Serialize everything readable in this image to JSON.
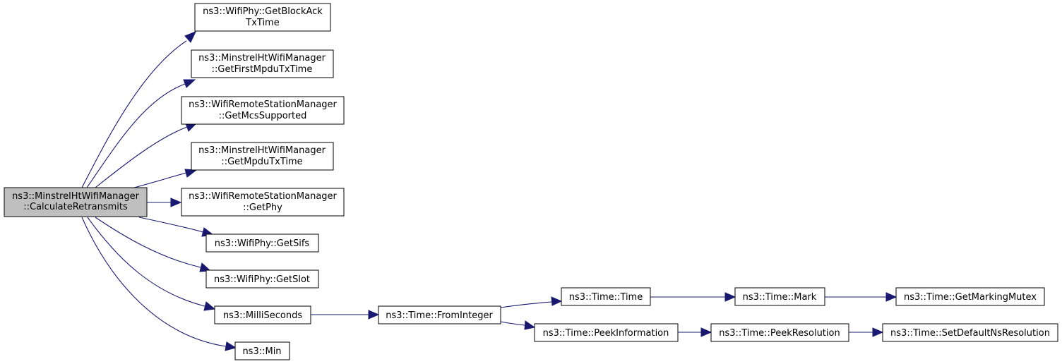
{
  "colors": {
    "edge": "#191970",
    "node_fill": "#ffffff",
    "root_fill": "#bfbfbf",
    "node_border": "#000000"
  },
  "nodes": {
    "calculate_retransmits": [
      "ns3::MinstrelHtWifiManager",
      "::CalculateRetransmits"
    ],
    "get_block_ack_tx_time": [
      "ns3::WifiPhy::GetBlockAck",
      "TxTime"
    ],
    "get_first_mpdu_tx_time": [
      "ns3::MinstrelHtWifiManager",
      "::GetFirstMpduTxTime"
    ],
    "get_mcs_supported": [
      "ns3::WifiRemoteStationManager",
      "::GetMcsSupported"
    ],
    "get_mpdu_tx_time": [
      "ns3::MinstrelHtWifiManager",
      "::GetMpduTxTime"
    ],
    "get_phy": [
      "ns3::WifiRemoteStationManager",
      "::GetPhy"
    ],
    "get_sifs": [
      "ns3::WifiPhy::GetSifs"
    ],
    "get_slot": [
      "ns3::WifiPhy::GetSlot"
    ],
    "milli_seconds": [
      "ns3::MilliSeconds"
    ],
    "min": [
      "ns3::Min"
    ],
    "time_from_integer": [
      "ns3::Time::FromInteger"
    ],
    "time_time": [
      "ns3::Time::Time"
    ],
    "time_peek_information": [
      "ns3::Time::PeekInformation"
    ],
    "time_mark": [
      "ns3::Time::Mark"
    ],
    "time_peek_resolution": [
      "ns3::Time::PeekResolution"
    ],
    "time_get_marking_mutex": [
      "ns3::Time::GetMarkingMutex"
    ],
    "time_set_default_ns_resolution": [
      "ns3::Time::SetDefaultNsResolution"
    ]
  },
  "edges": [
    [
      "calculate_retransmits",
      "get_block_ack_tx_time"
    ],
    [
      "calculate_retransmits",
      "get_first_mpdu_tx_time"
    ],
    [
      "calculate_retransmits",
      "get_mcs_supported"
    ],
    [
      "calculate_retransmits",
      "get_mpdu_tx_time"
    ],
    [
      "calculate_retransmits",
      "get_phy"
    ],
    [
      "calculate_retransmits",
      "get_sifs"
    ],
    [
      "calculate_retransmits",
      "get_slot"
    ],
    [
      "calculate_retransmits",
      "milli_seconds"
    ],
    [
      "calculate_retransmits",
      "min"
    ],
    [
      "milli_seconds",
      "time_from_integer"
    ],
    [
      "time_from_integer",
      "time_time"
    ],
    [
      "time_from_integer",
      "time_peek_information"
    ],
    [
      "time_time",
      "time_mark"
    ],
    [
      "time_peek_information",
      "time_peek_resolution"
    ],
    [
      "time_mark",
      "time_get_marking_mutex"
    ],
    [
      "time_peek_resolution",
      "time_set_default_ns_resolution"
    ]
  ]
}
